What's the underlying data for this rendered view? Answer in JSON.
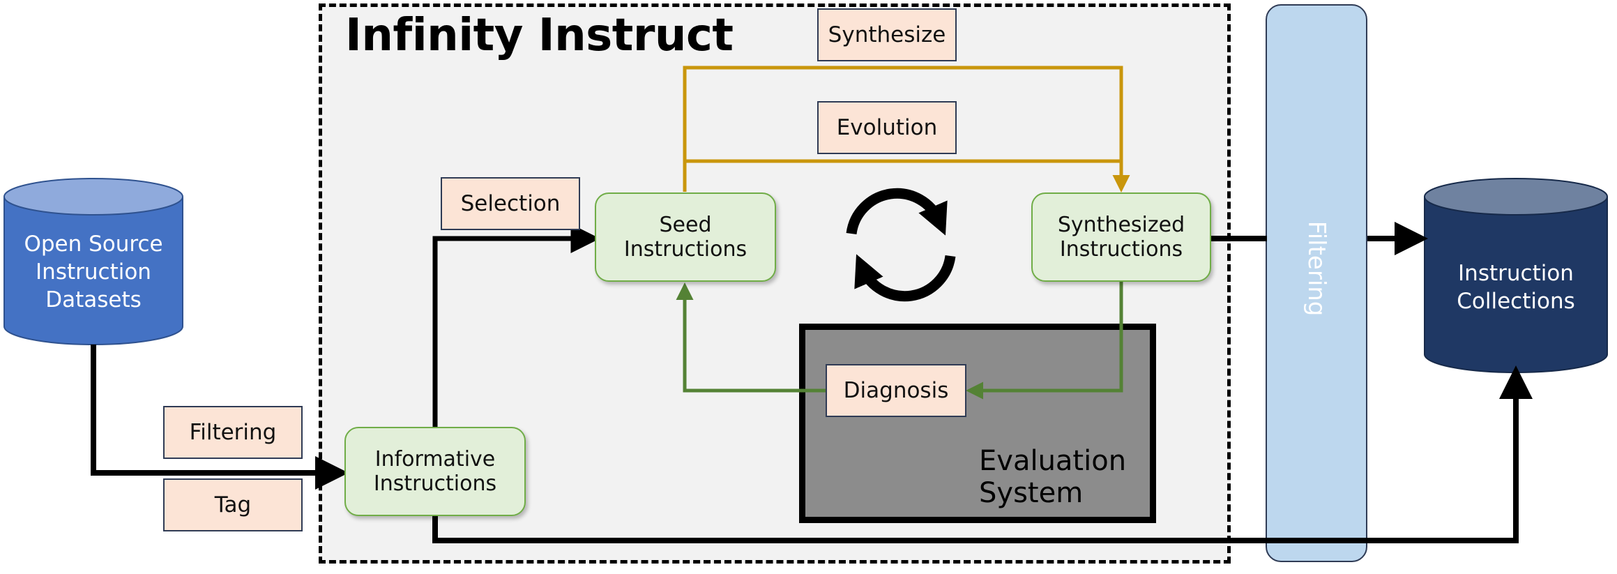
{
  "title": "Infinity Instruct",
  "sources": {
    "open_source": "Open Source\nInstruction\nDatasets",
    "collections": "Instruction\nCollections"
  },
  "labels": {
    "filtering_left": "Filtering",
    "tag": "Tag",
    "selection": "Selection",
    "synthesize": "Synthesize",
    "evolution": "Evolution",
    "diagnosis": "Diagnosis"
  },
  "nodes": {
    "informative": "Informative\nInstructions",
    "seed": "Seed\nInstructions",
    "synthesized": "Synthesized\nInstructions"
  },
  "evaluation_system": "Evaluation\nSystem",
  "filtering_bar": "Filtering",
  "colors": {
    "frame_bg": "#f2f2f2",
    "label_bg": "#fce4d6",
    "node_bg": "#e2efd9",
    "node_border": "#70ad47",
    "gold_arrow": "#c9960c",
    "green_arrow": "#548235",
    "eval_bg": "#8c8c8c",
    "filter_bar": "#bdd7ee",
    "source_cylinder": "#4472c4",
    "collections_cylinder": "#1f3864"
  }
}
